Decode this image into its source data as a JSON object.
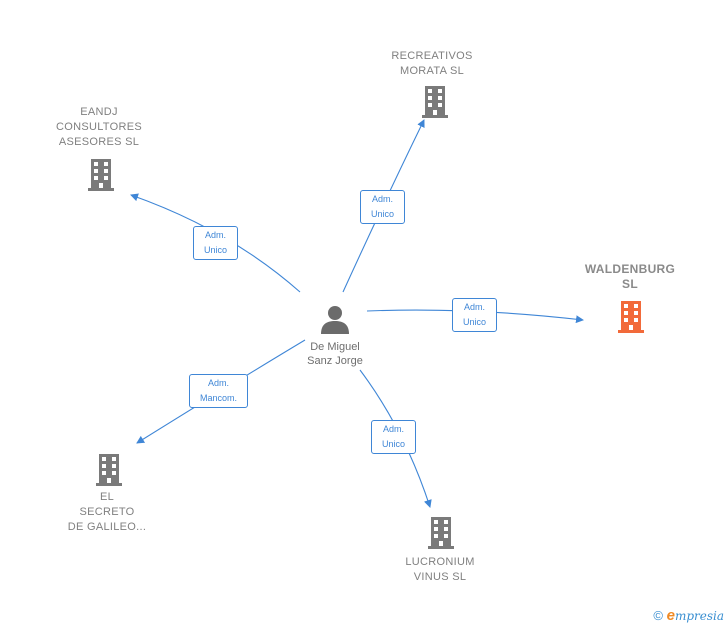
{
  "center": {
    "name": "De Miguel\nSanz Jorge",
    "icon": "person-icon"
  },
  "companies": [
    {
      "id": "recreativos",
      "name": "RECREATIVOS\nMORATA  SL",
      "role": "Adm.\nUnico",
      "highlight": false,
      "icon": "building-icon"
    },
    {
      "id": "eandj",
      "name": "EANDJ\nCONSULTORES\nASESORES  SL",
      "role": "Adm.\nUnico",
      "highlight": false,
      "icon": "building-icon"
    },
    {
      "id": "waldenburg",
      "name": "WALDENBURG\nSL",
      "role": "Adm.\nUnico",
      "highlight": true,
      "icon": "building-icon"
    },
    {
      "id": "el-secreto",
      "name": "EL\nSECRETO\nDE GALILEO...",
      "role": "Adm.\nMancom.",
      "highlight": false,
      "icon": "building-icon"
    },
    {
      "id": "lucronium",
      "name": "LUCRONIUM\nVINUS SL",
      "role": "Adm.\nUnico",
      "highlight": false,
      "icon": "building-icon"
    }
  ],
  "colors": {
    "edge": "#3f86d6",
    "building": "#7a7a7a",
    "highlight_building": "#f26a3a",
    "person": "#6b6b6b"
  },
  "footer": {
    "copyright": "©",
    "brand_initial": "e",
    "brand_rest": "mpresia"
  }
}
